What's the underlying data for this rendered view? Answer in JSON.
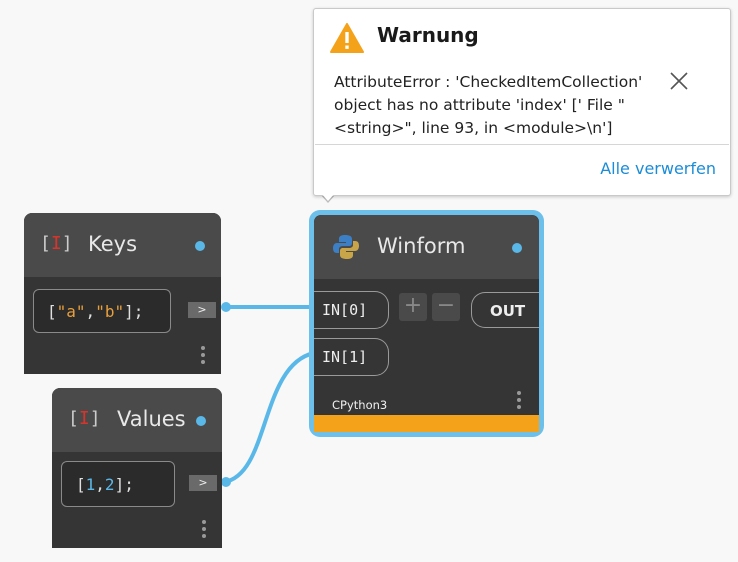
{
  "warning": {
    "title": "Warnung",
    "message": "AttributeError : 'CheckedItemCollection' object has no attribute 'index' ['  File \"<string>\", line 93, in <module>\\n']",
    "dismiss_label": "Alle verwerfen",
    "icon": "warning-triangle-icon",
    "close_icon": "close-icon"
  },
  "nodes": {
    "keys": {
      "title": "Keys",
      "code_parts": [
        "[",
        "\"a\"",
        ",",
        "\"b\"",
        "];"
      ],
      "output_arrow": ">"
    },
    "values": {
      "title": "Values",
      "code_parts": [
        "[",
        "1",
        ",",
        "2",
        "];"
      ],
      "output_arrow": ">"
    },
    "winform": {
      "title": "Winform",
      "inputs": [
        "IN[0]",
        "IN[1]"
      ],
      "output": "OUT",
      "add_label": "+",
      "remove_label": "−",
      "engine": "CPython3"
    }
  },
  "colors": {
    "wire": "#5ab8e8",
    "selection": "#6cc0ea",
    "warning_bar": "#f5a21b",
    "dismiss_link": "#1a8cd8"
  }
}
